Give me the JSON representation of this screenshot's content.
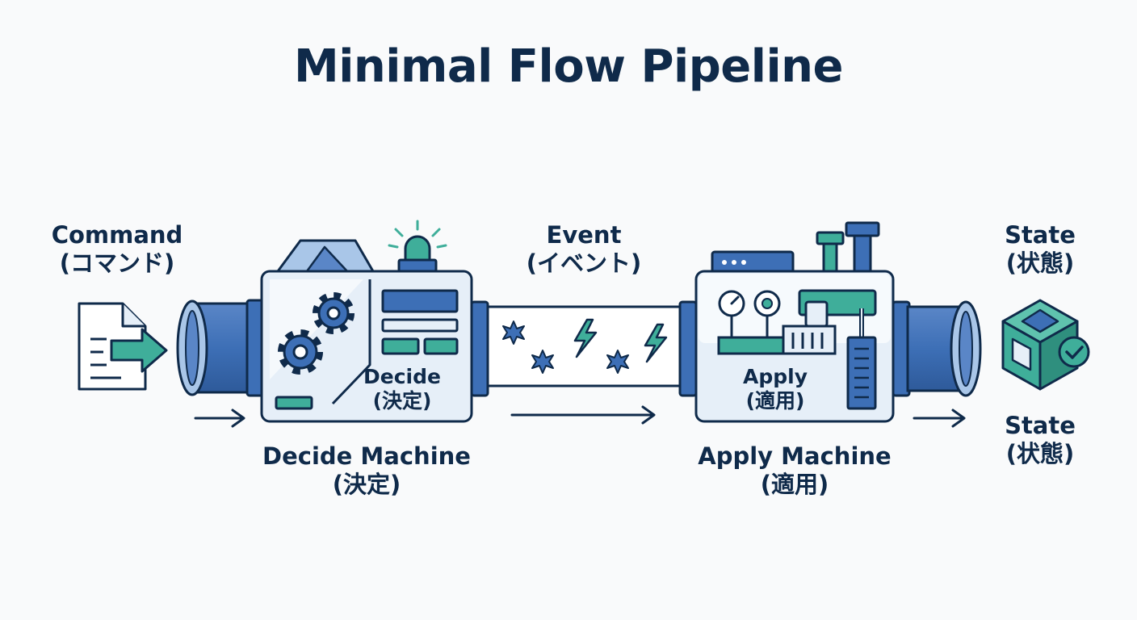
{
  "title": "Minimal Flow Pipeline",
  "labels": {
    "command": {
      "line1": "Command",
      "line2": "(コマンド)"
    },
    "event": {
      "line1": "Event",
      "line2": "(イベント)"
    },
    "state_top": {
      "line1": "State",
      "line2": "(状態)"
    },
    "state_bottom": {
      "line1": "State",
      "line2": "(状態)"
    },
    "decide_inner": {
      "line1": "Decide",
      "line2": "(決定)"
    },
    "apply_inner": {
      "line1": "Apply",
      "line2": "(適用)"
    },
    "decide_machine": {
      "line1": "Decide Machine",
      "line2": "(決定)"
    },
    "apply_machine": {
      "line1": "Apply Machine",
      "line2": "(適用)"
    }
  },
  "icons": [
    "document-arrow-icon",
    "gear-icon",
    "beacon-light-icon",
    "spark-icon",
    "lightning-icon",
    "gauge-icon",
    "state-cube-icon",
    "check-icon",
    "arrow-right-icon"
  ],
  "colors": {
    "navy": "#0f2a4a",
    "blue": "#3d6fb6",
    "light_blue": "#a9c6e8",
    "pale_blue": "#e6eff8",
    "teal": "#3fae9a",
    "background": "#f9fafb"
  }
}
